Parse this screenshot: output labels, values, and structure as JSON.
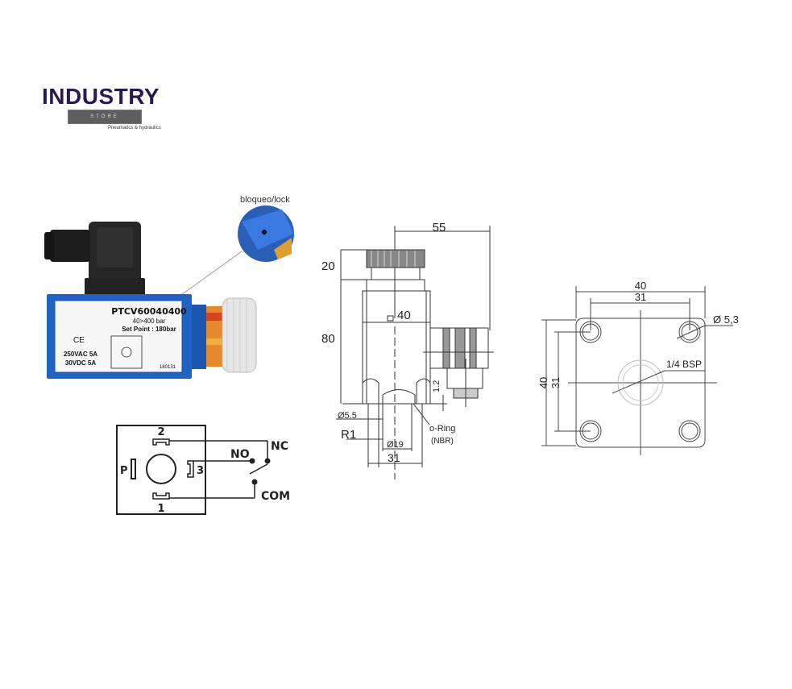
{
  "logo": {
    "title": "INDUSTRY",
    "bar_text": "STORE",
    "subtitle": "Pneumatics & hydraulics",
    "title_color": "#2a1a4f"
  },
  "product_photo": {
    "callout_label": "bloqueo/lock",
    "body_color": "#1f63c4",
    "label": {
      "model": "PTCV60040400",
      "range": "40>400 bar",
      "set_point": "Set Point : 180bar",
      "ce_mark": "CE",
      "rating_ac": "250VAC 5A",
      "rating_dc": "30VDC 5A",
      "serial": "180131"
    }
  },
  "wiring_diagram": {
    "pin_top": "2",
    "pin_bottom": "1",
    "pin_right": "3",
    "ground_label": "P",
    "no_label": "NO",
    "nc_label": "NC",
    "com_label": "COM"
  },
  "side_drawing": {
    "dim_width_total": "55",
    "dim_top_height": "20",
    "dim_body_width": "40",
    "dim_body_height": "80",
    "dim_step": "1.2",
    "dim_hole": "Ø5.5",
    "dim_radius": "R1",
    "dim_inner_dia": "Ø19",
    "dim_base_width": "31",
    "oring_label": "o-Ring",
    "oring_material": "(NBR)"
  },
  "base_drawing": {
    "dim_outer_width": "40",
    "dim_hole_spacing_x": "31",
    "dim_outer_height": "40",
    "dim_hole_spacing_y": "31",
    "hole_dia": "Ø 5,3",
    "port": "1/4 BSP"
  }
}
